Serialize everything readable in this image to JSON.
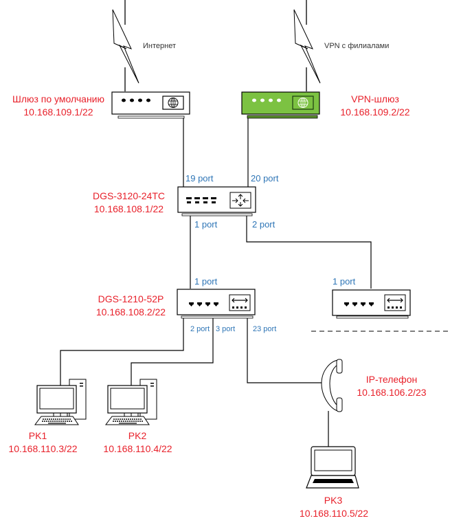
{
  "title": "Network topology diagram",
  "colors": {
    "label_red": "#e8202a",
    "port_blue": "#2e75b6",
    "vpn_green": "#7cc242",
    "line": "#000000"
  },
  "links": {
    "internet": "Интернет",
    "vpn": "VPN с филиалами"
  },
  "devices": {
    "gateway": {
      "name": "Шлюз по умолчанию",
      "ip": "10.168.109.1/22",
      "icon": "router-icon"
    },
    "vpn_gateway": {
      "name": "VPN-шлюз",
      "ip": "10.168.109.2/22",
      "icon": "router-icon"
    },
    "core_switch": {
      "name": "DGS-3120-24TC",
      "ip": "10.168.108.1/22",
      "icon": "layer3-switch-icon"
    },
    "access_switch": {
      "name": "DGS-1210-52P",
      "ip": "10.168.108.2/22",
      "icon": "switch-icon"
    },
    "second_switch": {
      "icon": "switch-icon"
    },
    "ip_phone": {
      "name": "IP-телефон",
      "ip": "10.168.106.2/23",
      "icon": "phone-icon"
    },
    "pk1": {
      "name": "PK1",
      "ip": "10.168.110.3/22",
      "icon": "desktop-icon"
    },
    "pk2": {
      "name": "PK2",
      "ip": "10.168.110.4/22",
      "icon": "desktop-icon"
    },
    "pk3": {
      "name": "PK3",
      "ip": "10.168.110.5/22",
      "icon": "laptop-icon"
    }
  },
  "ports": {
    "core_19": "19 port",
    "core_20": "20 port",
    "core_1": "1 port",
    "core_2": "2 port",
    "access_1": "1 port",
    "second_1": "1 port",
    "access_2": "2 port",
    "access_3": "3 port",
    "access_23": "23 port"
  }
}
